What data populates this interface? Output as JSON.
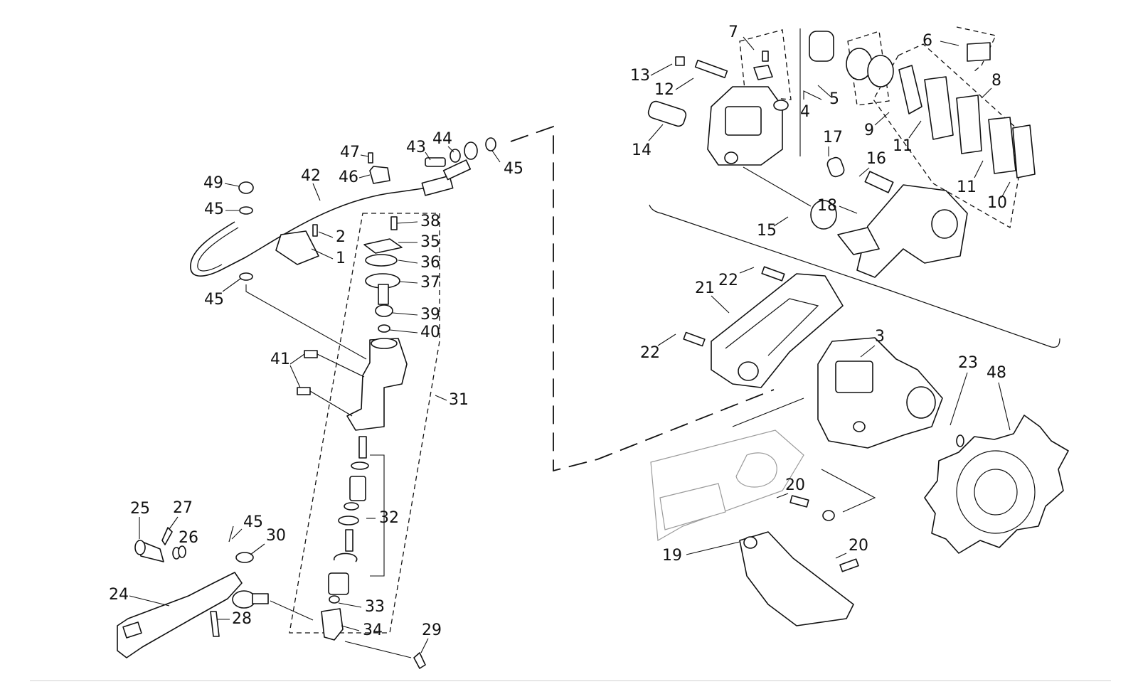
{
  "labels": [
    "1",
    "2",
    "3",
    "4",
    "5",
    "6",
    "7",
    "8",
    "9",
    "10",
    "11",
    "11",
    "12",
    "13",
    "14",
    "15",
    "16",
    "17",
    "18",
    "19",
    "20",
    "20",
    "21",
    "22",
    "22",
    "23",
    "24",
    "25",
    "26",
    "27",
    "28",
    "29",
    "30",
    "31",
    "32",
    "33",
    "34",
    "35",
    "36",
    "37",
    "38",
    "39",
    "40",
    "41",
    "42",
    "43",
    "44",
    "45",
    "45",
    "45",
    "45",
    "46",
    "47",
    "48",
    "49"
  ],
  "colors": {
    "line": "#111111",
    "ghost": "#9a9a9a",
    "background": "#ffffff"
  }
}
